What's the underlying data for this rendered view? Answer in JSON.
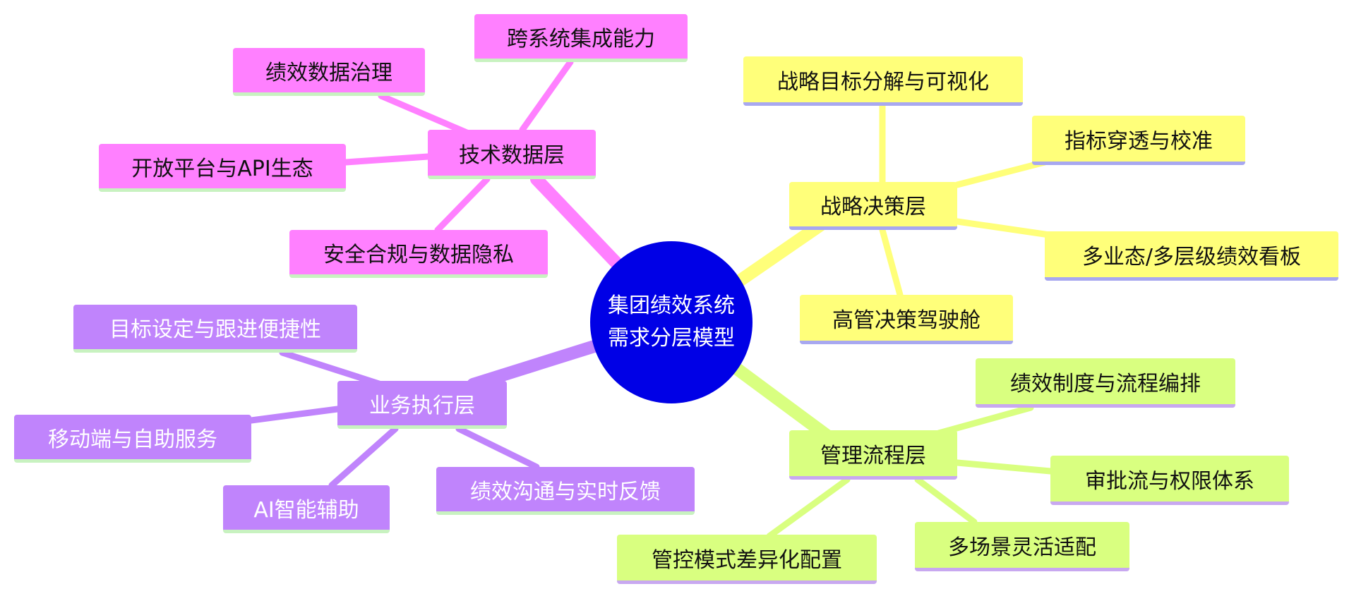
{
  "root": {
    "line1": "集团绩效系统",
    "line2": "需求分层模型"
  },
  "colors": {
    "root": "#0000e6",
    "strategy": "#ffff7a",
    "strategy_underline": "#a8a8f0",
    "tech": "#ff80ff",
    "tech_underline": "#c8f2c0",
    "business": "#c084fc",
    "business_underline": "#c8f2c0",
    "process": "#d9ff80",
    "process_underline": "#c8a8f0"
  },
  "branches": {
    "strategy": {
      "label": "战略决策层",
      "children": [
        "战略目标分解与可视化",
        "指标穿透与校准",
        "多业态/多层级绩效看板",
        "高管决策驾驶舱"
      ]
    },
    "tech": {
      "label": "技术数据层",
      "children": [
        "跨系统集成能力",
        "绩效数据治理",
        "开放平台与API生态",
        "安全合规与数据隐私"
      ]
    },
    "business": {
      "label": "业务执行层",
      "children": [
        "目标设定与跟进便捷性",
        "移动端与自助服务",
        "AI智能辅助",
        "绩效沟通与实时反馈"
      ]
    },
    "process": {
      "label": "管理流程层",
      "children": [
        "绩效制度与流程编排",
        "审批流与权限体系",
        "多场景灵活适配",
        "管控模式差异化配置"
      ]
    }
  }
}
